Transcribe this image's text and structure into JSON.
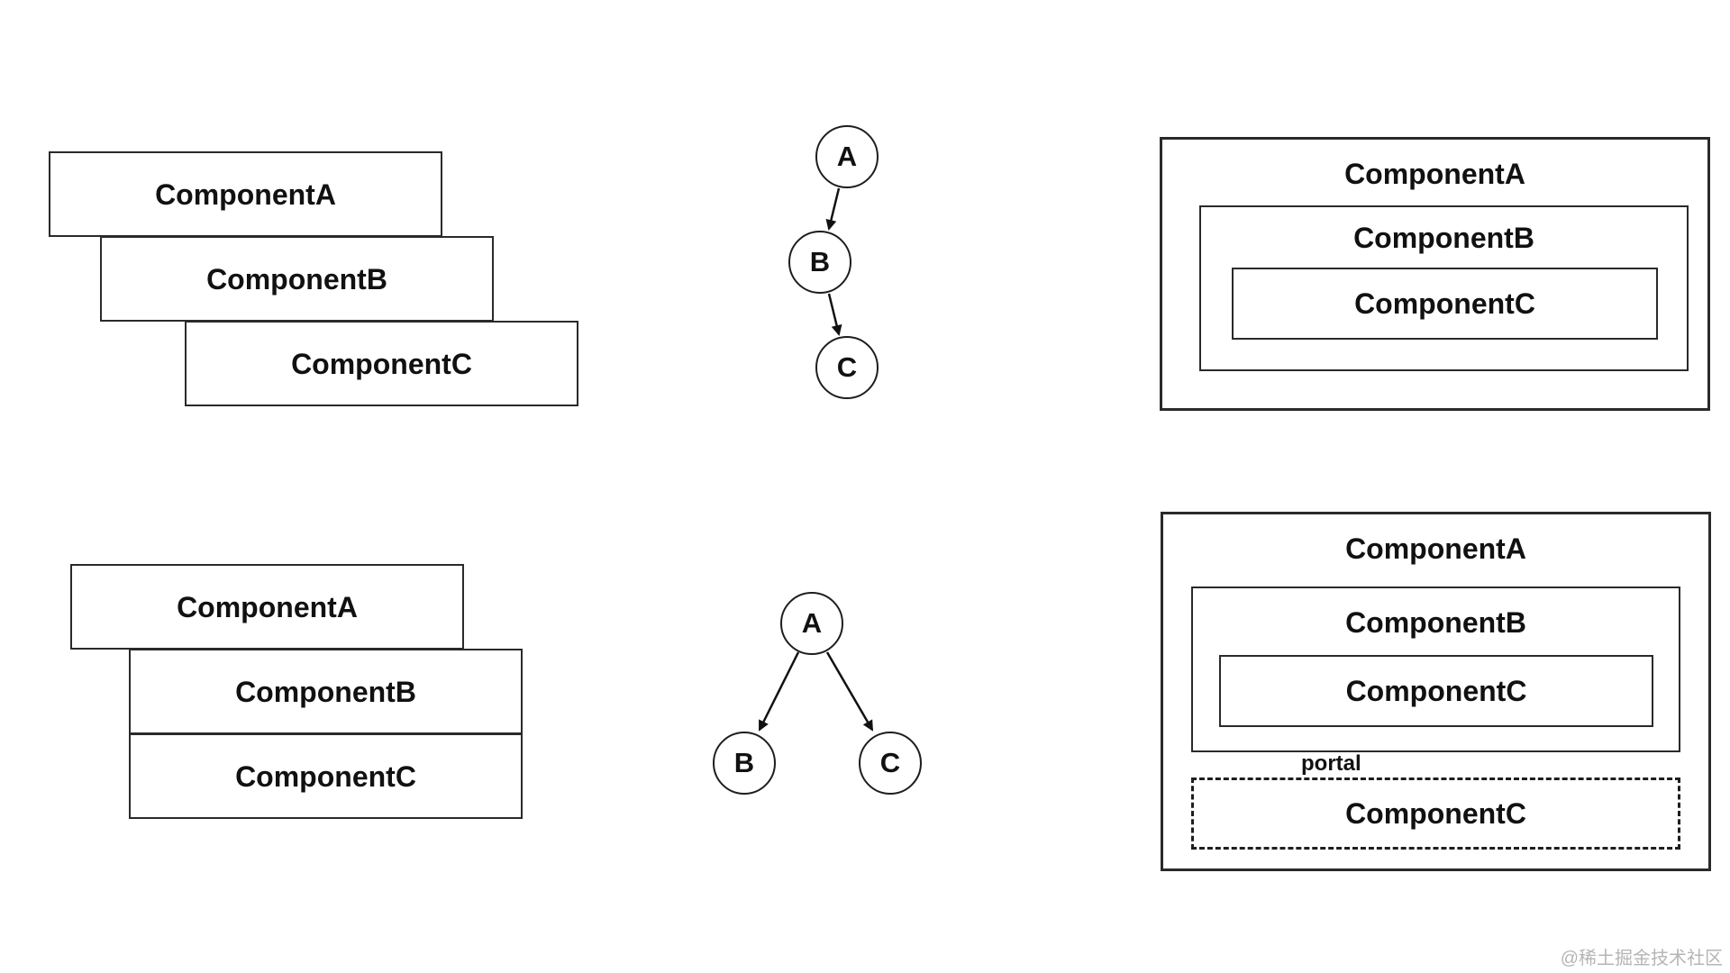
{
  "stack_top": {
    "a": "ComponentA",
    "b": "ComponentB",
    "c": "ComponentC"
  },
  "stack_bottom": {
    "a": "ComponentA",
    "b": "ComponentB",
    "c": "ComponentC"
  },
  "tree_chain": {
    "a": "A",
    "b": "B",
    "c": "C"
  },
  "tree_fork": {
    "a": "A",
    "b": "B",
    "c": "C"
  },
  "nested_top": {
    "a": "ComponentA",
    "b": "ComponentB",
    "c": "ComponentC"
  },
  "nested_bottom": {
    "a": "ComponentA",
    "b": "ComponentB",
    "c": "ComponentC",
    "portal_label": "portal",
    "c_portal": "ComponentC"
  },
  "watermark": "@稀土掘金技术社区"
}
